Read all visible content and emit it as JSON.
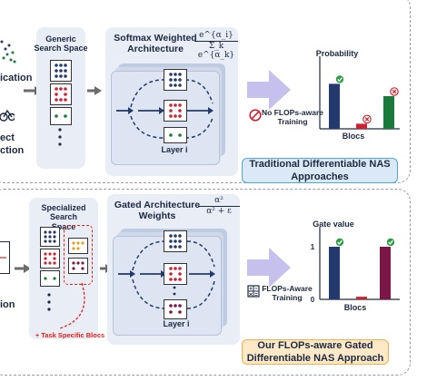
{
  "colors": {
    "navy": "#243a6e",
    "red": "#cc2233",
    "green": "#1a7a3c",
    "maroon": "#7a1747",
    "lavender": "#c5c0ec",
    "blue_caption_bg": "#dbe9f7",
    "blue_caption_border": "#4ea3d9",
    "orange_caption_bg": "#fde8c8",
    "orange_caption_border": "#f0b050",
    "task_red": "#e2231a"
  },
  "left_partial": {
    "top_text": "ication",
    "mid_text_1": "ect",
    "mid_text_2": "ction",
    "bottom_text": "ion"
  },
  "top": {
    "search_space_title": "Generic\nSearch Space",
    "arch_title": "Softmax Weighted\nArchitecture",
    "formula_num": "e^{α_i}",
    "formula_den": "Σ_k e^{α_k}",
    "layer_label": "Layer i",
    "annotation": "No FLOPs-aware\nTraining",
    "chart_ylabel": "Probability",
    "chart_xlabel": "Blocs",
    "caption": "Traditional Differentiable NAS\nApproaches"
  },
  "bottom": {
    "search_space_title": "Specialized Search\nSpace",
    "arch_title": "Gated Architecture\nWeights",
    "formula_num": "α²",
    "formula_den": "α² + ε",
    "layer_label": "Layer i",
    "task_label": "+ Task Specific Blocs",
    "annotation": "FLOPs-Aware\nTraining",
    "chart_ylabel": "Gate value",
    "chart_xlabel": "Blocs",
    "tick_1": "1",
    "tick_0": "0",
    "caption": "Our FLOPs-aware Gated\nDifferentiable NAS Approach"
  },
  "chart_data": [
    {
      "type": "bar",
      "ylabel": "Probability",
      "xlabel": "Blocs",
      "values": [
        0.62,
        0.07,
        0.45
      ],
      "colors": [
        "#243a6e",
        "#cc2233",
        "#1a7a3c"
      ],
      "marks": [
        "check",
        "cross",
        "cross"
      ]
    },
    {
      "type": "bar",
      "ylabel": "Gate value",
      "xlabel": "Blocs",
      "ylim": [
        0,
        1
      ],
      "values": [
        1.0,
        0.05,
        1.0
      ],
      "colors": [
        "#243a6e",
        "#cc2233",
        "#7a1747"
      ],
      "marks": [
        "check",
        "none",
        "check"
      ]
    }
  ]
}
